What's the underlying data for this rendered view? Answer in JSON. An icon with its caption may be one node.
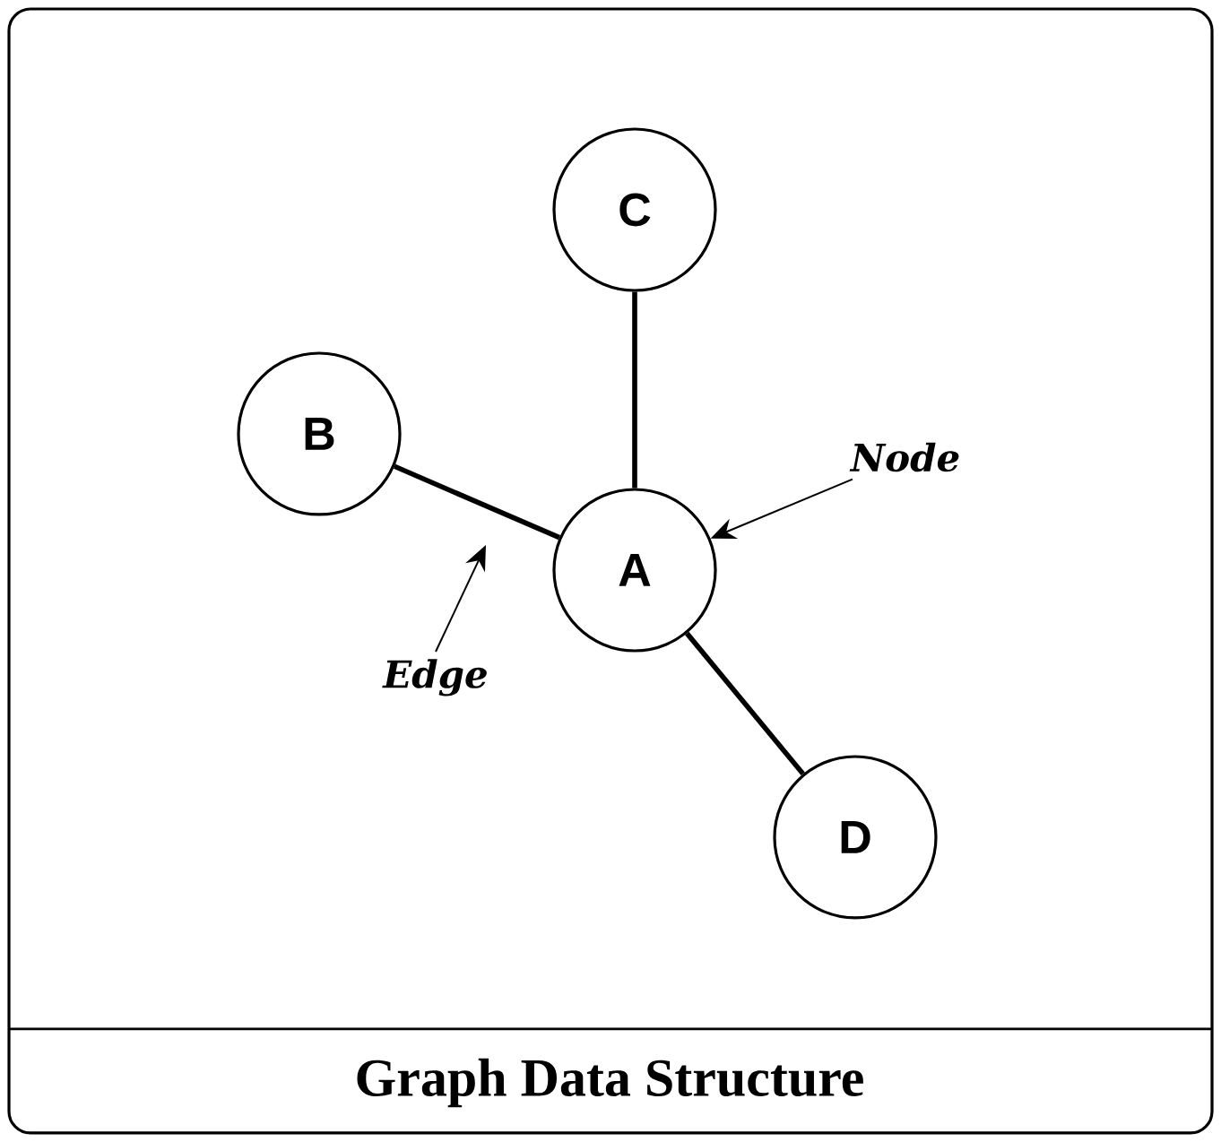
{
  "diagram": {
    "title": "Graph Data Structure",
    "nodes": [
      {
        "text": [
          "C"
        ]
      },
      {
        "text": [
          "B"
        ]
      },
      {
        "text": [
          "Node"
        ]
      },
      {
        "text": [
          "A"
        ]
      },
      {
        "text": [
          "Edge"
        ]
      },
      {
        "text": [
          "D"
        ]
      }
    ],
    "edges": [
      {
        "from": 3,
        "to": 0,
        "arrow": "none"
      },
      {
        "from": 1,
        "to": 3,
        "arrow": "none"
      },
      {
        "from": 3,
        "to": 5,
        "arrow": "none"
      },
      {
        "from": 2,
        "to": 3,
        "arrow": "to"
      },
      {
        "from": 4,
        "to": null,
        "arrow": "to"
      }
    ]
  }
}
